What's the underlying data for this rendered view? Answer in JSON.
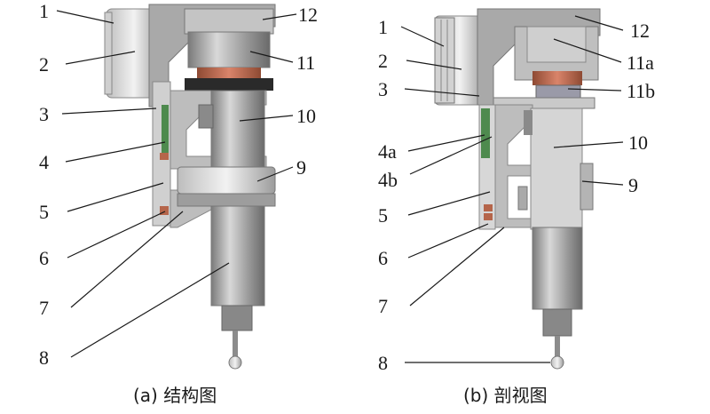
{
  "panels": [
    {
      "caption": "(a) 结构图",
      "labels": [
        "1",
        "2",
        "3",
        "4",
        "5",
        "6",
        "7",
        "8",
        "9",
        "10",
        "11",
        "12"
      ]
    },
    {
      "caption": "(b) 剖视图",
      "labels": [
        "1",
        "2",
        "3",
        "4a",
        "4b",
        "5",
        "6",
        "7",
        "8",
        "9",
        "10",
        "11a",
        "11b",
        "12"
      ]
    }
  ],
  "colors": {
    "metal_light": "#d9d9d9",
    "metal_mid": "#a9a9a9",
    "metal_dark": "#6f6f6f",
    "copper": "#b5654a",
    "green_board": "#4e8a4e",
    "ink": "#1a1a1a"
  }
}
